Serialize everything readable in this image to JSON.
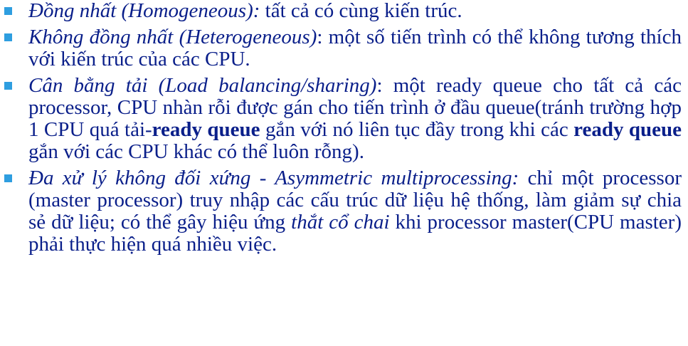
{
  "colors": {
    "text": "#0a1f8a",
    "bullet": "#2e9ee0",
    "background": "#ffffff"
  },
  "bullets": [
    {
      "term": "Đồng nhất (Homogeneous):",
      "text": " tất cả có cùng kiến trúc."
    },
    {
      "term": "Không đồng nhất (Heterogeneous)",
      "text": ": một số tiến trình có thể không tương thích với kiến trúc của các CPU."
    },
    {
      "term": "Cân bằng tải (Load balancing/sharing)",
      "text_a": ": một ready queue cho tất cả các processor, CPU nhàn rỗi được gán cho tiến trình ở đầu queue(tránh trường hợp 1 CPU quá tải-",
      "bold_a": "ready queue",
      "text_b": " gắn với nó liên tục đầy trong khi các ",
      "bold_b": "ready queue",
      "text_c": " gắn với các CPU khác có thể luôn rỗng)."
    },
    {
      "term": "Đa xử lý không đối xứng - Asymmetric multiprocessing:",
      "text_a": " chỉ một processor (master processor) truy nhập các cấu trúc dữ liệu hệ thống, làm giảm sự chia sẻ dữ liệu; có thể gây hiệu ứng ",
      "italic": "thắt cổ chai",
      "text_b": " khi processor master(CPU master) phải thực hiện quá nhiều việc."
    }
  ]
}
